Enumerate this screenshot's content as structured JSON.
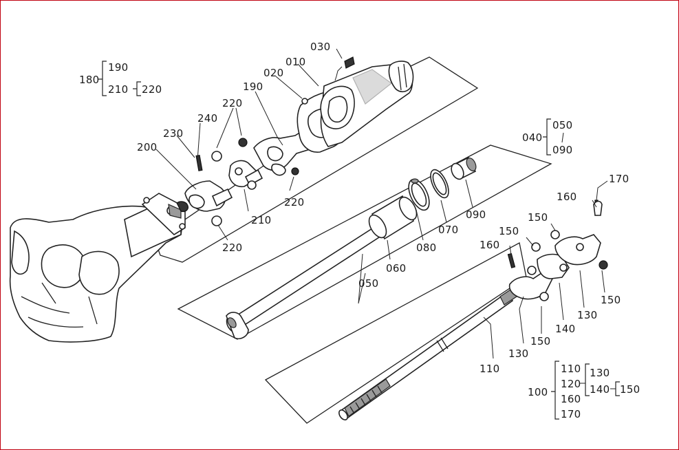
{
  "callouts": {
    "c010": "010",
    "c020": "020",
    "c030": "030",
    "c050": "050",
    "c060": "060",
    "c070": "070",
    "c080": "080",
    "c090": "090",
    "c110": "110",
    "c130a": "130",
    "c130b": "130",
    "c140": "140",
    "c150a": "150",
    "c150b": "150",
    "c150c": "150",
    "c150d": "150",
    "c160a": "160",
    "c160b": "160",
    "c170": "170",
    "c190": "190",
    "c200": "200",
    "c210": "210",
    "c220a": "220",
    "c220b": "220",
    "c220c": "220",
    "c230": "230",
    "c240": "240"
  },
  "legends": {
    "g180": {
      "root": "180",
      "a": "190",
      "b": "210",
      "c": "220"
    },
    "g040": {
      "root": "040",
      "a": "050",
      "b": "090"
    },
    "g100": {
      "root": "100",
      "a": "110",
      "b": "120",
      "c": "160",
      "d": "170",
      "e": "130",
      "f": "140",
      "g": "150"
    }
  },
  "colors": {
    "border": "#c0000f",
    "ink": "#222222",
    "shade": "#9a9a9a"
  }
}
